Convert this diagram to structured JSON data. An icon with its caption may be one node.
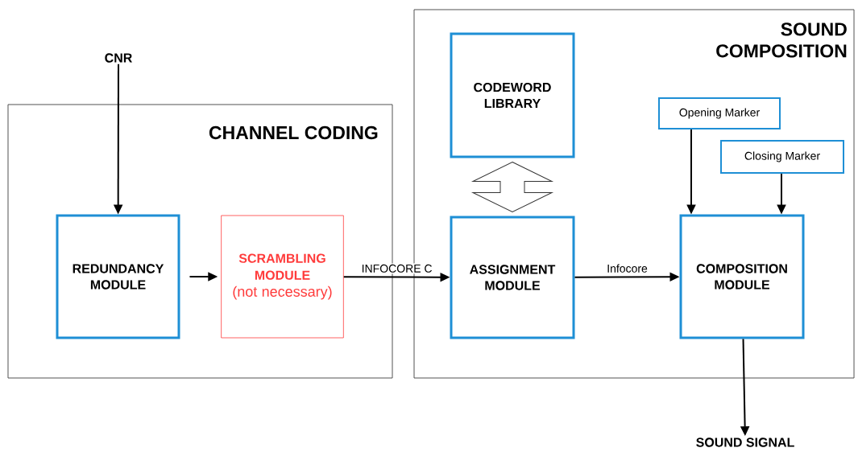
{
  "diagram": {
    "nodes": [
      {
        "text": [
          "CHANNEL CODING"
        ]
      },
      {
        "text": [
          "SOUND COMPOSITION"
        ]
      },
      {
        "text": [
          "CNR"
        ]
      },
      {
        "text": [
          "REDUNDANCY MODULE"
        ],
        "in": 0
      },
      {
        "text": [
          "SCRAMBLING MODULE",
          "(not necessary)"
        ],
        "in": 0
      },
      {
        "text": [
          "CODEWORD LIBRARY"
        ],
        "in": 1
      },
      {
        "text": [
          "ASSIGNMENT MODULE"
        ],
        "in": 1
      },
      {
        "text": [
          "Opening Marker"
        ],
        "in": 1
      },
      {
        "text": [
          "Closing Marker"
        ],
        "in": 1
      },
      {
        "text": [
          "COMPOSITION MODULE"
        ],
        "in": 1
      },
      {
        "text": [
          "SOUND SIGNAL"
        ]
      }
    ],
    "edges": [
      {
        "from": 2,
        "to": 3,
        "arrow": "to"
      },
      {
        "from": 3,
        "to": 4,
        "arrow": "to"
      },
      {
        "from": 4,
        "to": 6,
        "arrow": "to",
        "label": "INFOCORE C"
      },
      {
        "from": 5,
        "to": 6,
        "arrow": "both",
        "style": "thick"
      },
      {
        "from": 6,
        "to": 9,
        "arrow": "to",
        "label": "Infocore"
      },
      {
        "from": 7,
        "to": 9,
        "arrow": "to"
      },
      {
        "from": 8,
        "to": 9,
        "arrow": "to"
      },
      {
        "from": 9,
        "to": 10,
        "arrow": "to"
      }
    ]
  }
}
